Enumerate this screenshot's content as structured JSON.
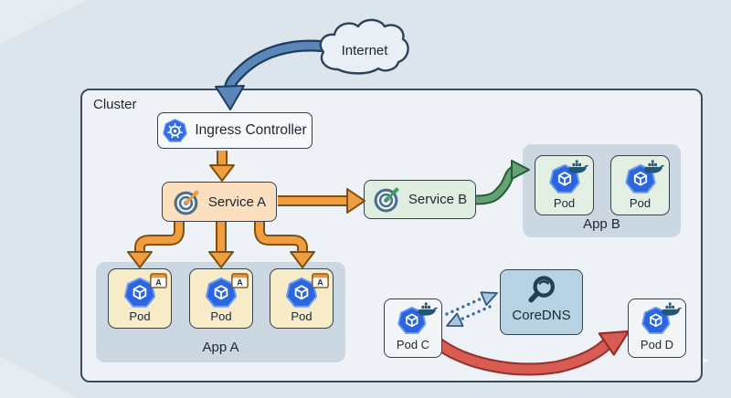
{
  "colors": {
    "background": "#dce4ec",
    "cluster_fill": "#eef2f6",
    "cluster_border": "#3b4d5c",
    "box_border": "#33424f",
    "text": "#1b2733",
    "orange_arrow": "#f09d3f",
    "orange_arrow_outline": "#7d5012",
    "blue_arrow": "#5b87b8",
    "blue_arrow_outline": "#1d3c5e",
    "green_arrow": "#63a371",
    "green_arrow_outline": "#265c33",
    "red_arrow": "#d85c53",
    "red_arrow_outline": "#942f2b",
    "dns_dotted": "#3a6d9e",
    "k8s_blue": "#326de6",
    "pod_blue": "#2b65e0",
    "docker_navy": "#1f567a",
    "service_a_fill": "#fcdfbe",
    "service_b_fill": "#e0eee1",
    "pod_a_fill": "#f8ecc8",
    "pod_b_fill": "#e4efe4",
    "app_group_fill": "#ccd8e1",
    "coredns_fill": "#b7d3e3",
    "node_fill": "#f3f6f8",
    "ingress_fill": "#f6f9fb",
    "cloud_fill": "#e9eff4"
  },
  "icons": {
    "kubernetes": "kubernetes-helm-wheel",
    "service_endpoint": "target-with-dart",
    "pod": "blue-heptagon-cube",
    "docker": "docker-whale",
    "coredns": "magnifying-glass",
    "app_a_badge": "browser-window-letter",
    "internet": "cloud-shape"
  },
  "nodes": {
    "internet": {
      "label": "Internet"
    },
    "cluster": {
      "label": "Cluster"
    },
    "ingress": {
      "label": "Ingress Controller"
    },
    "service_a": {
      "label": "Service A"
    },
    "service_b": {
      "label": "Service B"
    },
    "app_a": {
      "label": "App A",
      "pod_badge_letter": "A",
      "pods": [
        {
          "label": "Pod"
        },
        {
          "label": "Pod"
        },
        {
          "label": "Pod"
        }
      ]
    },
    "app_b": {
      "label": "App B",
      "pods": [
        {
          "label": "Pod"
        },
        {
          "label": "Pod"
        }
      ]
    },
    "pod_c": {
      "label": "Pod C"
    },
    "pod_d": {
      "label": "Pod D"
    },
    "coredns": {
      "label": "CoreDNS"
    }
  },
  "edges": [
    {
      "from": "internet",
      "to": "ingress",
      "style": "blue-solid"
    },
    {
      "from": "ingress",
      "to": "service_a",
      "style": "orange-solid"
    },
    {
      "from": "service_a",
      "to": "service_b",
      "style": "orange-solid"
    },
    {
      "from": "service_a",
      "to": "app_a_pod_1",
      "style": "orange-solid"
    },
    {
      "from": "service_a",
      "to": "app_a_pod_2",
      "style": "orange-solid"
    },
    {
      "from": "service_a",
      "to": "app_a_pod_3",
      "style": "orange-solid"
    },
    {
      "from": "service_b",
      "to": "app_b",
      "style": "green-solid"
    },
    {
      "from": "pod_c",
      "to": "coredns",
      "style": "blue-dotted"
    },
    {
      "from": "coredns",
      "to": "pod_c",
      "style": "blue-dotted"
    },
    {
      "from": "pod_c",
      "to": "pod_d",
      "style": "red-solid"
    }
  ]
}
